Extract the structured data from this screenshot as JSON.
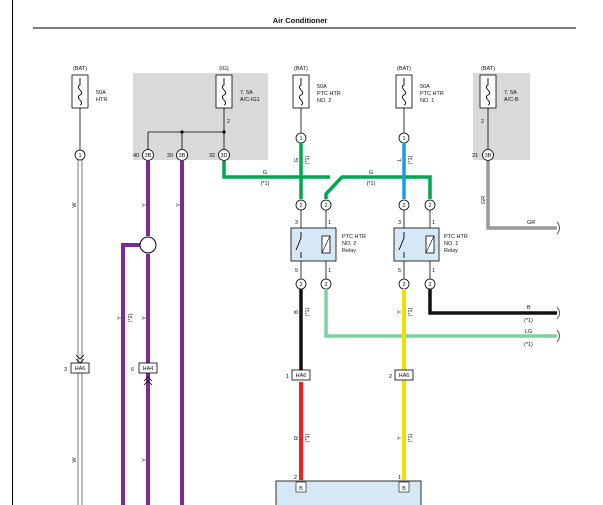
{
  "title": "Air Conditioner",
  "colors": {
    "green": "#00a651",
    "blue": "#1e9be0",
    "purple": "#7a2b9a",
    "black": "#111111",
    "red": "#ee2222",
    "yellow": "#f4e000",
    "light_green": "#7fd0a0",
    "gray": "#9a9a9a",
    "fuse_box_fill": "#d9d9d9",
    "ecu_fill": "#d6e8f6"
  },
  "fuses": [
    {
      "supply": "(BAT)",
      "rating": "50A",
      "name": "HTR",
      "name2": "",
      "pin": "1"
    },
    {
      "supply": "(IG)",
      "rating": "7. 5A",
      "name": "A/C-IG1",
      "name2": "",
      "pin": "2"
    },
    {
      "supply": "(BAT)",
      "rating": "50A",
      "name": "PTC HTR",
      "name2": "NO. 2",
      "pin": "1"
    },
    {
      "supply": "(BAT)",
      "rating": "50A",
      "name": "PTC HTR",
      "name2": "NO. 1",
      "pin": "1"
    },
    {
      "supply": "(BAT)",
      "rating": "7. 5A",
      "name": "A/C-B",
      "name2": "",
      "pin": "2"
    }
  ],
  "connectors": {
    "c1": "1",
    "c_3b_1": "3B",
    "c_3b_2": "3B",
    "c_3d": "3D",
    "c_pin40": "40",
    "c_pin39": "39",
    "c_pin32": "32",
    "c_pin21": "21",
    "c_3b_right": "3B",
    "c_fuse3": "1",
    "c_fuse4": "1"
  },
  "relays": [
    {
      "line1": "PTC HTR",
      "line2": "NO. 2",
      "line3": "Relay",
      "top_left": "3",
      "top_right": "1",
      "bottom_left": "5",
      "bottom_right": "1",
      "tl_num": "2",
      "tr_num": "2",
      "bl_num": "2",
      "br_num": "2"
    },
    {
      "line1": "PTC HTR",
      "line2": "NO. 1",
      "line3": "Relay",
      "top_left": "3",
      "top_right": "1",
      "bottom_left": "5",
      "bottom_right": "1",
      "tl_num": "2",
      "tr_num": "2",
      "bl_num": "2",
      "br_num": "2"
    }
  ],
  "wires": {
    "w_label": "W",
    "y_label": "Y",
    "y2_label": "(*2)",
    "g_label": "G",
    "g_star": "(*1)",
    "l_label": "L",
    "gr_label": "GR",
    "b_label": "B",
    "lg_label": "LG",
    "r_label": "R"
  },
  "junctions": [
    {
      "pin": "3",
      "name": "HA6"
    },
    {
      "pin": "6",
      "name": "HA4"
    },
    {
      "pin": "1",
      "name": "HA6"
    },
    {
      "pin": "2",
      "name": "HA6"
    }
  ],
  "ecu": {
    "b1": "B",
    "b2": "B",
    "pin_left": "2",
    "pin_right": "1"
  }
}
